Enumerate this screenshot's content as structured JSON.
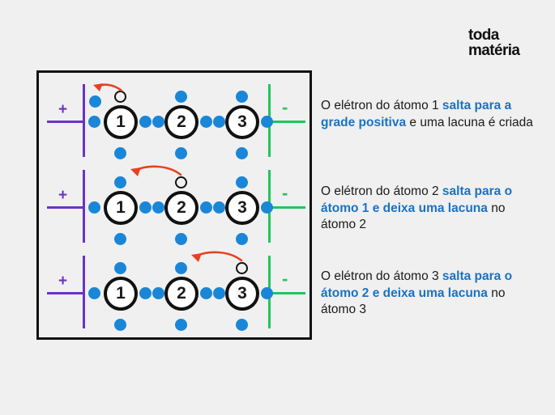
{
  "brand": {
    "line1": "toda",
    "line2": "matéria"
  },
  "colors": {
    "background": "#f0f0f0",
    "frame": "#111111",
    "electron_blue": "#1a86d8",
    "highlight_blue": "#1a72c4",
    "positive_purple": "#6b33c4",
    "negative_green": "#22c55e",
    "arrow_orange": "#e8401f",
    "text_dark": "#1a1a1a"
  },
  "diagram": {
    "positive_terminal_sign": "+",
    "negative_terminal_sign": "-",
    "rows": [
      {
        "id": "row-1",
        "atoms": [
          "1",
          "2",
          "3"
        ],
        "hole_on_atom": "1",
        "free_electron_present": true,
        "arrow_direction": "left",
        "arrow_from": "atom-1-hole",
        "arrow_to": "free-electron"
      },
      {
        "id": "row-2",
        "atoms": [
          "1",
          "2",
          "3"
        ],
        "hole_on_atom": "2",
        "free_electron_present": false,
        "arrow_direction": "left",
        "arrow_from": "atom-2",
        "arrow_to": "atom-1"
      },
      {
        "id": "row-3",
        "atoms": [
          "1",
          "2",
          "3"
        ],
        "hole_on_atom": "3",
        "free_electron_present": false,
        "arrow_direction": "left",
        "arrow_from": "atom-3",
        "arrow_to": "atom-2"
      }
    ]
  },
  "captions": [
    {
      "id": "caption-1",
      "part1": "O elétron do átomo 1 ",
      "highlight1": "salta para a grade positiva",
      "part2": " e uma lacuna é criada",
      "highlight2": "",
      "part3": ""
    },
    {
      "id": "caption-2",
      "part1": "O elétron do átomo 2 ",
      "highlight1": "salta para o átomo 1 e deixa uma lacuna",
      "part2": " no átomo 2",
      "highlight2": "",
      "part3": ""
    },
    {
      "id": "caption-3",
      "part1": "O elétron do átomo 3 ",
      "highlight1": "salta para o átomo 2 e deixa uma lacuna",
      "part2": " no átomo 3",
      "highlight2": "",
      "part3": ""
    }
  ]
}
